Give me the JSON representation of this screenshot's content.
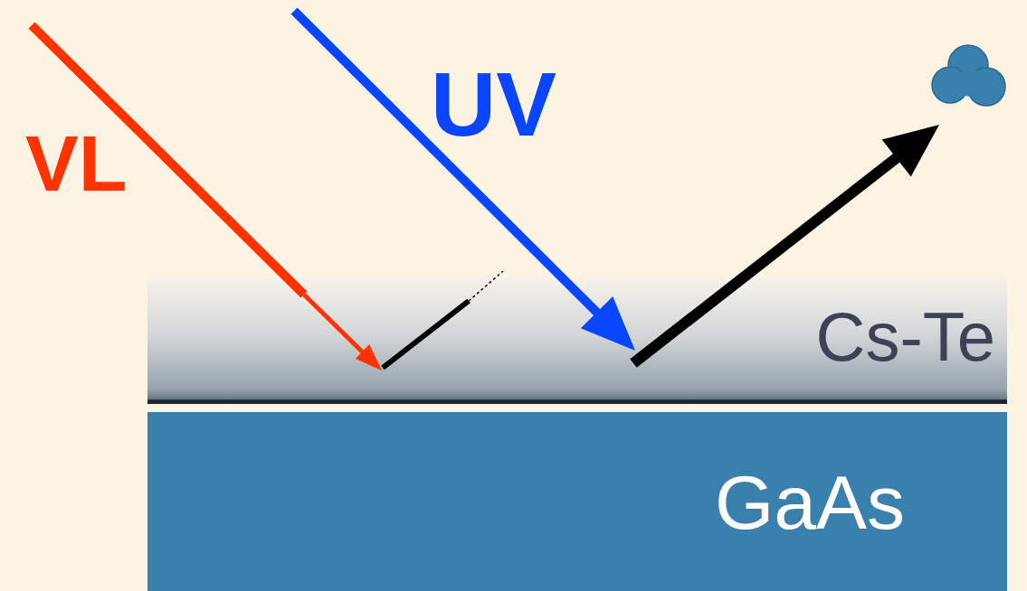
{
  "diagram": {
    "nodes": [
      {
        "text": [
          "Cs-Te"
        ]
      },
      {
        "text": [
          "GaAs"
        ]
      }
    ],
    "labels": [
      "VL",
      "UV"
    ]
  }
}
